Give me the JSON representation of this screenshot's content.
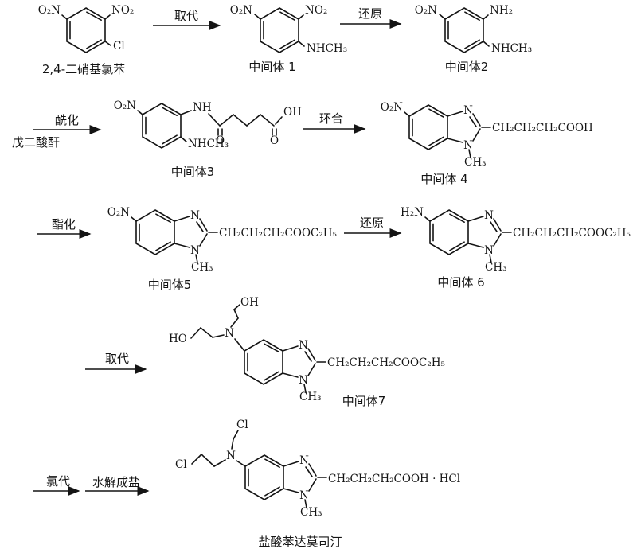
{
  "page": {
    "background": "#ffffff",
    "ink": "#141414",
    "description_type": "chemical-synthesis-scheme"
  },
  "compounds": {
    "c1": {
      "caption": "2,4-二硝基氯苯",
      "sub_tl": "O₂N",
      "sub_tr": "NO₂",
      "sub_br": "Cl"
    },
    "c2": {
      "caption": "中间体 1",
      "sub_tl": "O₂N",
      "sub_tr": "NO₂",
      "sub_br": "NHCH₃"
    },
    "c3": {
      "caption": "中间体2",
      "sub_tl": "O₂N",
      "sub_tr": "NH₂",
      "sub_br": "NHCH₃"
    },
    "c4": {
      "caption": "中间体3",
      "sub_tl": "O₂N",
      "amide_nh": "NH",
      "o_left": "O",
      "o_right": "O",
      "oh": "OH",
      "sub_br": "NHCH₃"
    },
    "c5": {
      "caption": "中间体 4",
      "sub_tl": "O₂N",
      "n_top": "N",
      "n_bottom": "N",
      "n_methyl": "CH₃",
      "chain": "CH₂CH₂CH₂COOH"
    },
    "c6": {
      "caption": "中间体5",
      "sub_tl": "O₂N",
      "n_top": "N",
      "n_bottom": "N",
      "n_methyl": "CH₃",
      "chain": "CH₂CH₂CH₂COOC₂H₅"
    },
    "c7": {
      "caption": "中间体 6",
      "sub_tl": "H₂N",
      "n_top": "N",
      "n_bottom": "N",
      "n_methyl": "CH₃",
      "chain": "CH₂CH₂CH₂COOC₂H₅"
    },
    "c8": {
      "caption": "中间体7",
      "oh_top": "OH",
      "ho_left": "HO",
      "amine_n": "N",
      "n_top": "N",
      "n_bottom": "N",
      "n_methyl": "CH₃",
      "chain": "CH₂CH₂CH₂COOC₂H₅"
    },
    "c9": {
      "caption": "盐酸苯达莫司汀",
      "cl_top": "Cl",
      "cl_left": "Cl",
      "amine_n": "N",
      "n_top": "N",
      "n_bottom": "N",
      "n_methyl": "CH₃",
      "chain": "CH₂CH₂CH₂COOH · HCl"
    }
  },
  "arrows": {
    "a1": {
      "label": "取代"
    },
    "a2": {
      "label": "还原"
    },
    "a3": {
      "label": "酰化",
      "below": "戊二酸酐"
    },
    "a4": {
      "label": "环合"
    },
    "a5": {
      "label": "酯化"
    },
    "a6": {
      "label": "还原"
    },
    "a7": {
      "label": "取代"
    },
    "a8": {
      "label": "氯代"
    },
    "a9": {
      "label": "水解成盐"
    }
  }
}
